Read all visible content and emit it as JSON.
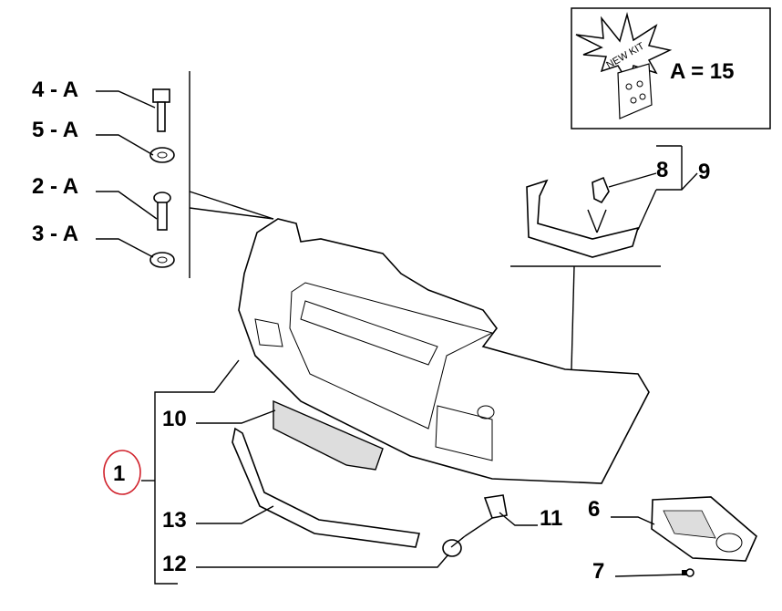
{
  "kit_box": {
    "badge": "NEW KIT",
    "formula": "A = 15"
  },
  "callouts": {
    "c4": "4 - A",
    "c5": "5 - A",
    "c2": "2 - A",
    "c3": "3 - A",
    "c8": "8",
    "c9": "9",
    "c10": "10",
    "c1": "1",
    "c13": "13",
    "c12": "12",
    "c11": "11",
    "c6": "6",
    "c7": "7"
  },
  "highlight_color": "#d0202a"
}
